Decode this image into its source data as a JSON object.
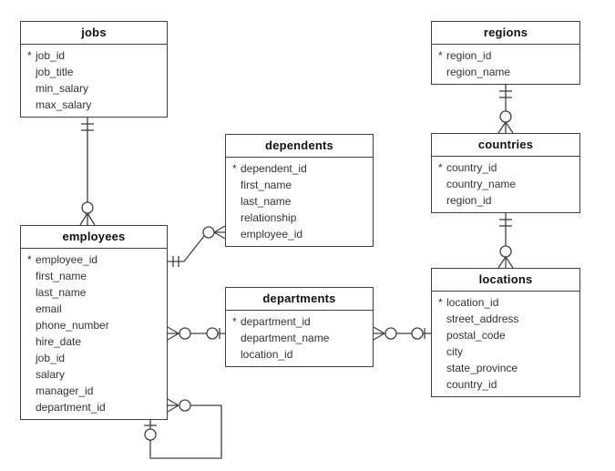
{
  "diagram_type": "entity-relationship-diagram",
  "colors": {
    "background": "#ffffff",
    "line": "#404040",
    "field_text": "#333333",
    "header_text": "#111111"
  },
  "pk_symbol": "*",
  "tables": {
    "jobs": {
      "name": "jobs",
      "fields": [
        {
          "marker": "*",
          "name": "job_id"
        },
        {
          "marker": "",
          "name": "job_title"
        },
        {
          "marker": "",
          "name": "min_salary"
        },
        {
          "marker": "",
          "name": "max_salary"
        }
      ]
    },
    "regions": {
      "name": "regions",
      "fields": [
        {
          "marker": "*",
          "name": "region_id"
        },
        {
          "marker": "",
          "name": "region_name"
        }
      ]
    },
    "dependents": {
      "name": "dependents",
      "fields": [
        {
          "marker": "*",
          "name": "dependent_id"
        },
        {
          "marker": "",
          "name": "first_name"
        },
        {
          "marker": "",
          "name": "last_name"
        },
        {
          "marker": "",
          "name": "relationship"
        },
        {
          "marker": "",
          "name": "employee_id"
        }
      ]
    },
    "countries": {
      "name": "countries",
      "fields": [
        {
          "marker": "*",
          "name": "country_id"
        },
        {
          "marker": "",
          "name": "country_name"
        },
        {
          "marker": "",
          "name": "region_id"
        }
      ]
    },
    "employees": {
      "name": "employees",
      "fields": [
        {
          "marker": "*",
          "name": "employee_id"
        },
        {
          "marker": "",
          "name": "first_name"
        },
        {
          "marker": "",
          "name": "last_name"
        },
        {
          "marker": "",
          "name": "email"
        },
        {
          "marker": "",
          "name": "phone_number"
        },
        {
          "marker": "",
          "name": "hire_date"
        },
        {
          "marker": "",
          "name": "job_id"
        },
        {
          "marker": "",
          "name": "salary"
        },
        {
          "marker": "",
          "name": "manager_id"
        },
        {
          "marker": "",
          "name": "department_id"
        }
      ]
    },
    "departments": {
      "name": "departments",
      "fields": [
        {
          "marker": "*",
          "name": "department_id"
        },
        {
          "marker": "",
          "name": "department_name"
        },
        {
          "marker": "",
          "name": "location_id"
        }
      ]
    },
    "locations": {
      "name": "locations",
      "fields": [
        {
          "marker": "*",
          "name": "location_id"
        },
        {
          "marker": "",
          "name": "street_address"
        },
        {
          "marker": "",
          "name": "postal_code"
        },
        {
          "marker": "",
          "name": "city"
        },
        {
          "marker": "",
          "name": "state_province"
        },
        {
          "marker": "",
          "name": "country_id"
        }
      ]
    }
  },
  "relationships": [
    {
      "source": "jobs",
      "target": "employees",
      "source_cardinality": "one-and-only-one",
      "target_cardinality": "zero-or-many"
    },
    {
      "source": "regions",
      "target": "countries",
      "source_cardinality": "one-and-only-one",
      "target_cardinality": "zero-or-many"
    },
    {
      "source": "countries",
      "target": "locations",
      "source_cardinality": "one-and-only-one",
      "target_cardinality": "zero-or-many"
    },
    {
      "source": "employees",
      "target": "dependents",
      "source_cardinality": "one-and-only-one",
      "target_cardinality": "zero-or-many"
    },
    {
      "source": "departments",
      "target": "employees",
      "source_cardinality": "zero-or-one",
      "target_cardinality": "zero-or-many"
    },
    {
      "source": "locations",
      "target": "departments",
      "source_cardinality": "zero-or-one",
      "target_cardinality": "zero-or-many"
    },
    {
      "source": "employees",
      "target": "employees",
      "source_cardinality": "zero-or-one",
      "target_cardinality": "zero-or-many",
      "note": "self-reference"
    }
  ]
}
